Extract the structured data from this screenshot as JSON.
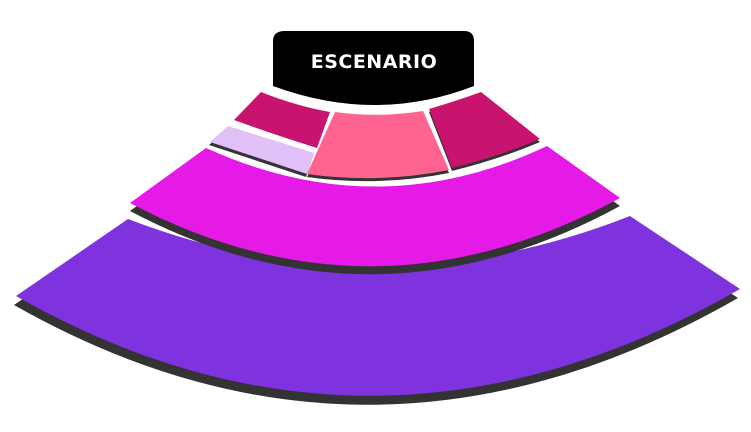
{
  "stage": {
    "label": "ESCENARIO",
    "color": "#000000",
    "text_color": "#ffffff"
  },
  "sections": [
    {
      "id": "preferente-izquierda",
      "color": "#C8146E"
    },
    {
      "id": "lateral-izquierda",
      "color": "#E1BFF7"
    },
    {
      "id": "preferente-centro",
      "color": "#FF6490"
    },
    {
      "id": "preferente-derecha",
      "color": "#C8146E"
    },
    {
      "id": "general-a",
      "color": "#E61AE6"
    },
    {
      "id": "general-b",
      "color": "#7E33DE"
    }
  ],
  "colors": {
    "shadow": "#333333",
    "background": "#ffffff"
  }
}
